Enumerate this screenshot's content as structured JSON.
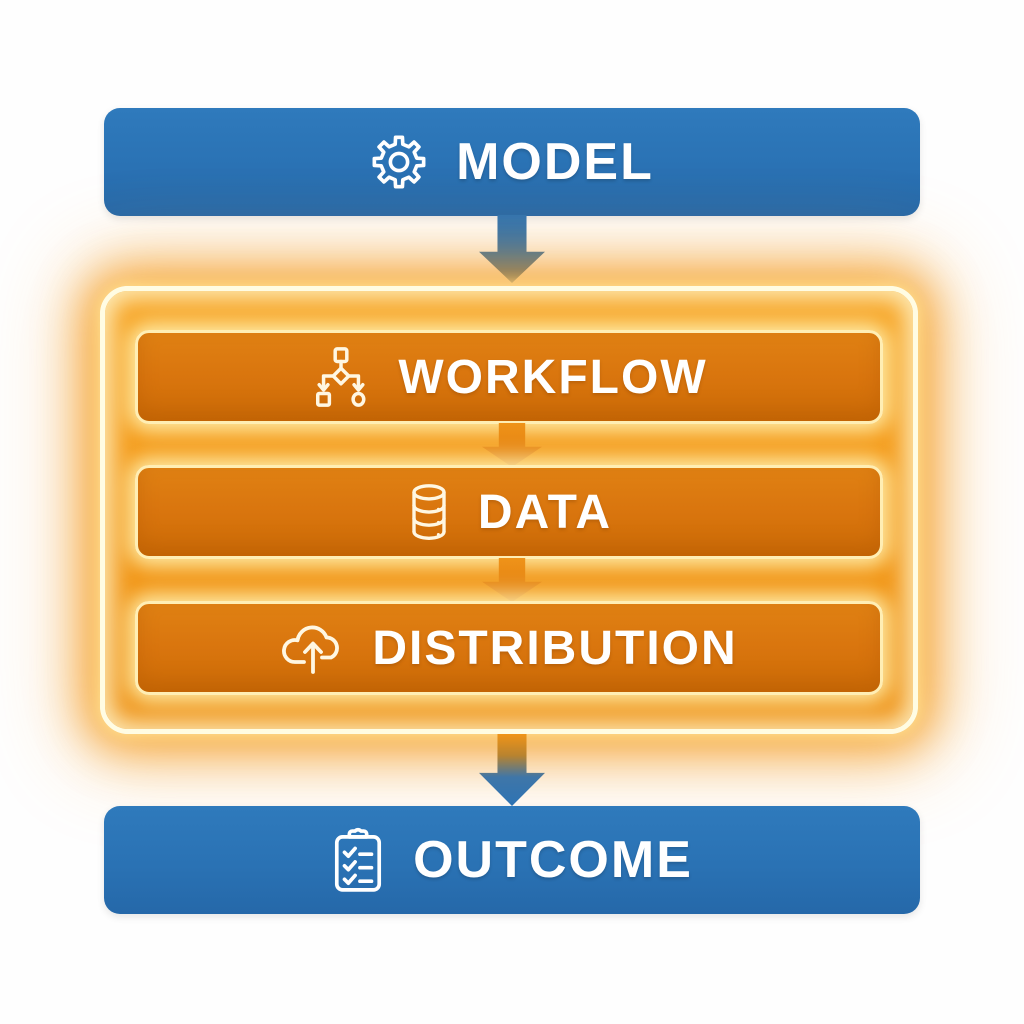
{
  "diagram": {
    "title": "model-to-outcome pipeline flowchart",
    "nodes": {
      "model": {
        "label": "MODEL",
        "icon": "gear-icon",
        "color": "#2a72b4"
      },
      "workflow": {
        "label": "WORKFLOW",
        "icon": "flowchart-icon",
        "color": "#d9750e"
      },
      "data": {
        "label": "DATA",
        "icon": "database-icon",
        "color": "#d9750e"
      },
      "distribution": {
        "label": "DISTRIBUTION",
        "icon": "cloud-upload-icon",
        "color": "#d9750e"
      },
      "outcome": {
        "label": "OUTCOME",
        "icon": "clipboard-checklist-icon",
        "color": "#2a72b4"
      }
    },
    "flow_order": [
      "MODEL",
      "WORKFLOW",
      "DATA",
      "DISTRIBUTION",
      "OUTCOME"
    ],
    "grouping": {
      "highlighted_group_members": [
        "WORKFLOW",
        "DATA",
        "DISTRIBUTION"
      ],
      "group_style": "orange neon glow container"
    },
    "colors": {
      "blue_node": "#2a72b4",
      "orange_node": "#d9750e",
      "container_fill": "#f49a1a",
      "container_border": "#fffce3",
      "bar_border": "#ffeeb4",
      "glow": "#f49411",
      "text": "#ffffff",
      "background": "#fefefe"
    }
  }
}
